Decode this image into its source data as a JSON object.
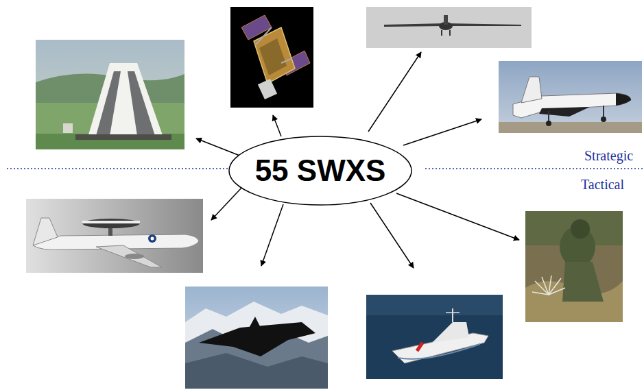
{
  "diagram": {
    "nodes": [
      {
        "text": [
          "55 SWXS"
        ]
      }
    ],
    "labels": [
      "Strategic",
      "Tactical"
    ]
  }
}
